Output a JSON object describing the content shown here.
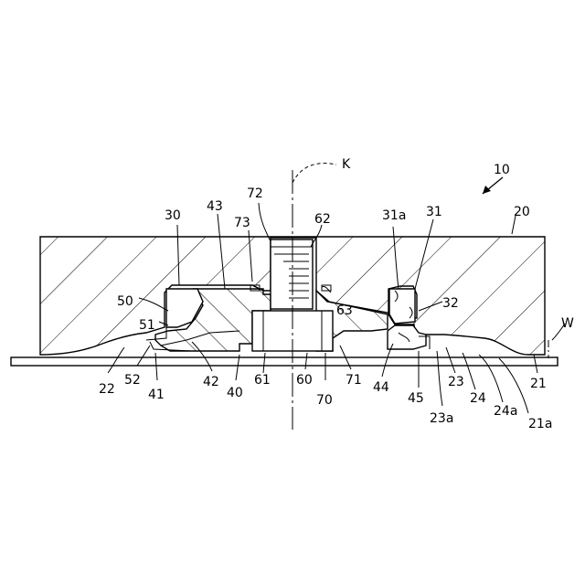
{
  "diagram": {
    "labels": {
      "K": "K",
      "n10": "10",
      "n20": "20",
      "n21": "21",
      "n21a": "21a",
      "n22": "22",
      "n23": "23",
      "n23a": "23a",
      "n24": "24",
      "n24a": "24a",
      "n30": "30",
      "n31": "31",
      "n31a": "31a",
      "n32": "32",
      "n40": "40",
      "n41": "41",
      "n42": "42",
      "n43": "43",
      "n44": "44",
      "n45": "45",
      "n50": "50",
      "n51": "51",
      "n52": "52",
      "n60": "60",
      "n61": "61",
      "n62": "62",
      "n63": "63",
      "n70": "70",
      "n71": "71",
      "n72": "72",
      "n73": "73",
      "W": "W"
    }
  }
}
